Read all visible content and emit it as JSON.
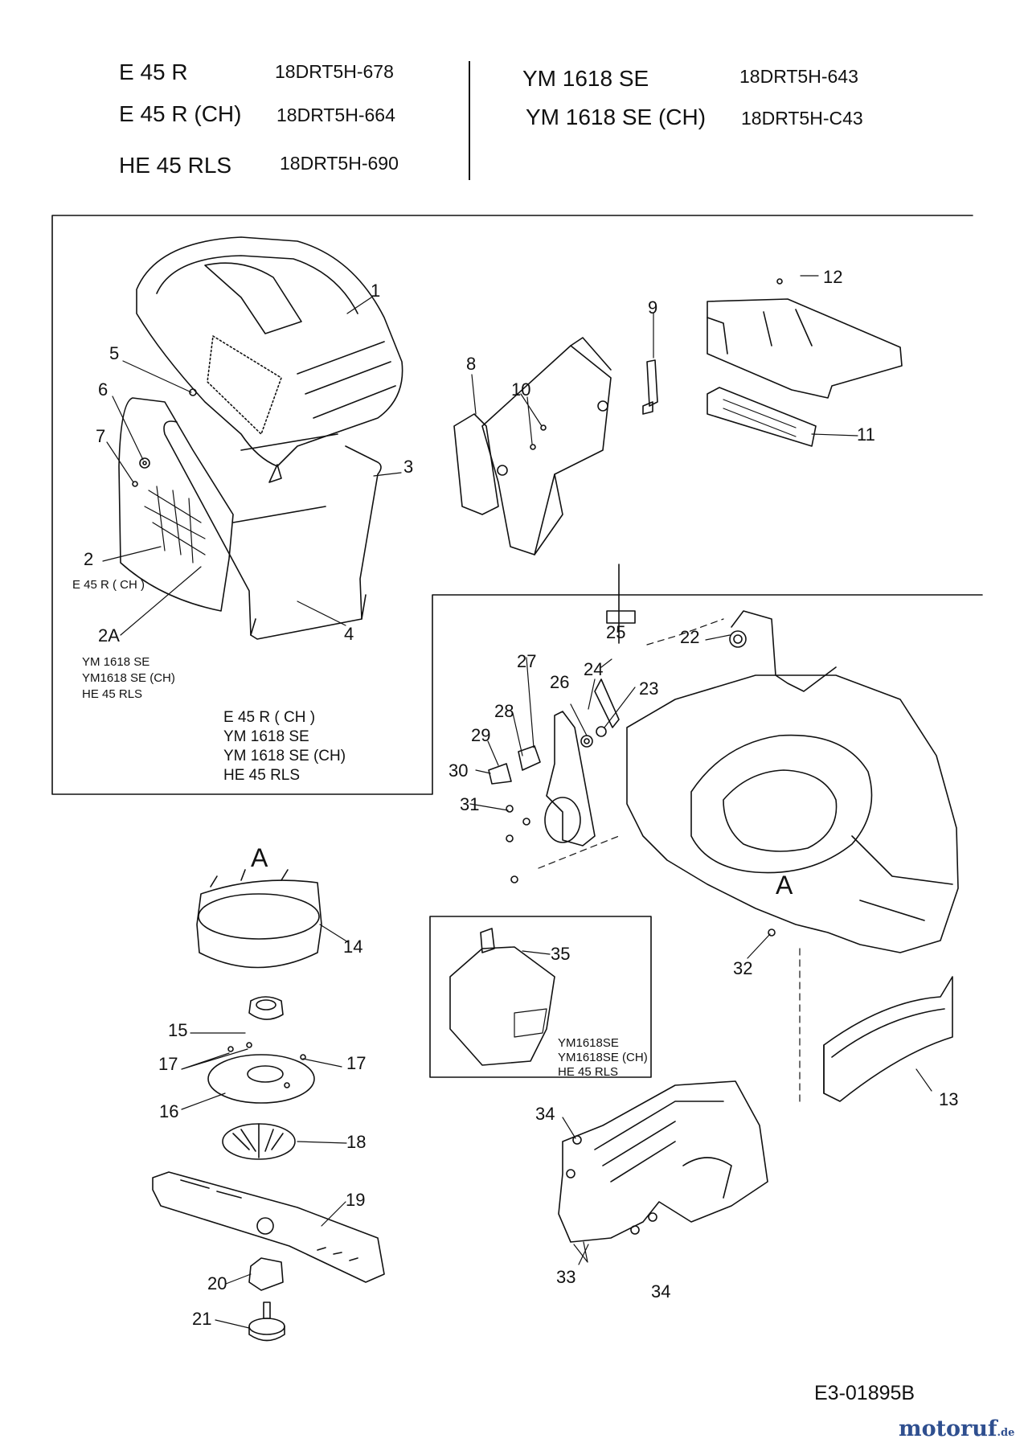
{
  "header": {
    "models": [
      {
        "model": "E 45 R",
        "code": "18DRT5H-678"
      },
      {
        "model": "E 45 R (CH)",
        "code": "18DRT5H-664"
      },
      {
        "model": "HE 45 RLS",
        "code": "18DRT5H-690"
      },
      {
        "model": "YM 1618 SE",
        "code": "18DRT5H-643"
      },
      {
        "model": "YM 1618 SE (CH)",
        "code": "18DRT5H-C43"
      }
    ]
  },
  "callouts": [
    "1",
    "2",
    "2A",
    "3",
    "4",
    "5",
    "6",
    "7",
    "8",
    "9",
    "10",
    "11",
    "12",
    "13",
    "14",
    "15",
    "16",
    "17",
    "17",
    "18",
    "19",
    "20",
    "21",
    "22",
    "23",
    "24",
    "25",
    "26",
    "27",
    "28",
    "29",
    "30",
    "31",
    "32",
    "33",
    "34",
    "34",
    "35"
  ],
  "notes": {
    "part2": "E 45 R ( CH )",
    "part2a": [
      "YM 1618 SE",
      "YM1618 SE (CH)",
      "HE 45 RLS"
    ],
    "box1": [
      "E 45 R ( CH )",
      "YM 1618 SE",
      "YM 1618 SE (CH)",
      "HE 45 RLS"
    ],
    "part35": [
      "YM1618SE",
      "YM1618SE (CH)",
      "HE 45 RLS"
    ]
  },
  "section_labels": {
    "top": "A",
    "deck": "A"
  },
  "diagram_ref": "E3-01895B",
  "brand": {
    "name": "motoruf",
    "suffix": ".de"
  },
  "colors": {
    "ink": "#111111",
    "paper": "#ffffff",
    "brand_blue": "#2f4f8f",
    "brand_orange": "#e07020"
  }
}
